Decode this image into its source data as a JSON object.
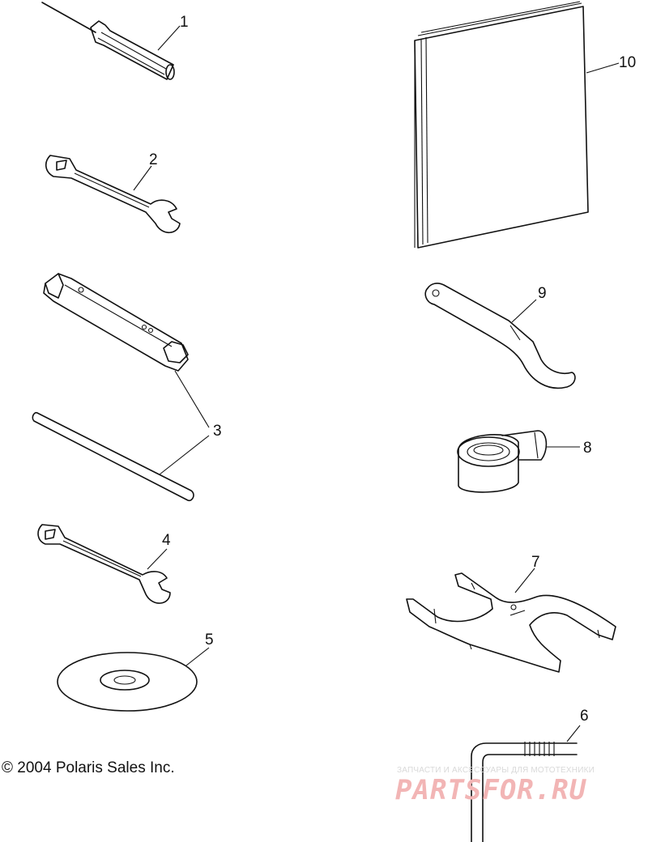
{
  "parts": [
    {
      "num": "1",
      "icon": "screwdriver-icon"
    },
    {
      "num": "2",
      "icon": "open-end-wrench-icon"
    },
    {
      "num": "3",
      "icon": "socket-wrench-with-bar-icon"
    },
    {
      "num": "4",
      "icon": "open-end-wrench-icon"
    },
    {
      "num": "5",
      "icon": "cd-disc-icon"
    },
    {
      "num": "6",
      "icon": "hex-key-icon"
    },
    {
      "num": "7",
      "icon": "spanner-tool-icon"
    },
    {
      "num": "8",
      "icon": "tape-roll-icon"
    },
    {
      "num": "9",
      "icon": "hook-spanner-icon"
    },
    {
      "num": "10",
      "icon": "manual-book-icon"
    }
  ],
  "copyright": "© 2004 Polaris Sales Inc.",
  "watermark": {
    "tagline": "ЗАПЧАСТИ И АКСЕССУАРЫ ДЛЯ МОТОТЕХНИКИ",
    "brand": "PARTSFOR.RU"
  }
}
